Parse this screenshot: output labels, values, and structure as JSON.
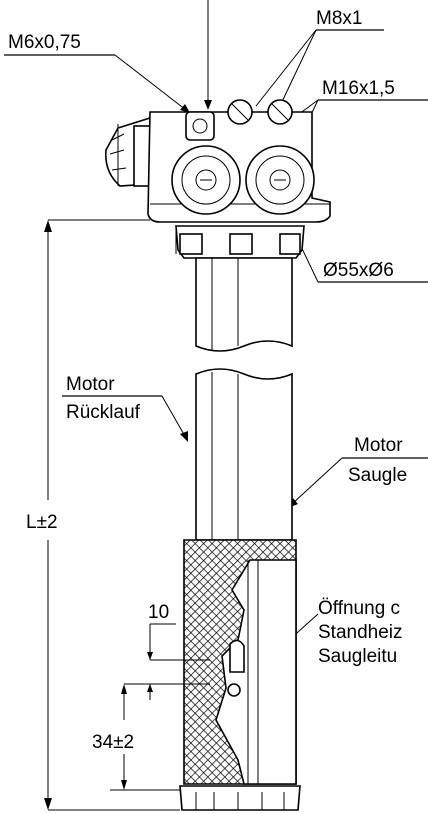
{
  "labels": {
    "m8x1": "M8x1",
    "m6x075": "M6x0,75",
    "m16x15": "M16x1,5",
    "d55x6": "Ø55xØ6",
    "motor_left": "Motor",
    "ruecklauf": "Rücklauf",
    "motor_right": "Motor",
    "saugle": "Saugle",
    "length": "L±2",
    "dim10": "10",
    "dim34": "34±2",
    "oeffnung": "Öffnung c",
    "standheiz": "Standheiz",
    "saugleitu": "Saugleitu"
  },
  "colors": {
    "line": "#000000",
    "background": "#ffffff",
    "body": "#ffffff",
    "mesh": "#000000"
  }
}
